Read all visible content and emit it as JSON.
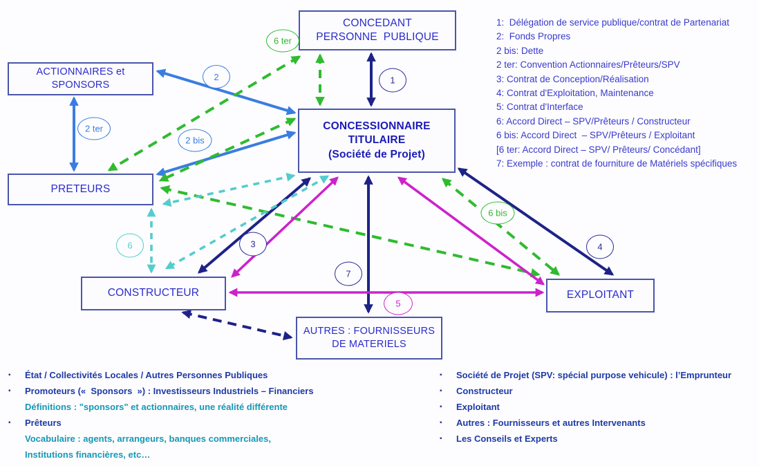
{
  "boxes": {
    "concedant": {
      "lines": [
        "CONCEDANT",
        "PERSONNE  PUBLIQUE"
      ]
    },
    "actionnaires": {
      "lines": [
        "ACTIONNAIRES et",
        "SPONSORS"
      ]
    },
    "preteurs": {
      "lines": [
        "PRETEURS"
      ]
    },
    "spv": {
      "lines": [
        "CONCESSIONNAIRE",
        "TITULAIRE",
        "(Société de Projet)"
      ]
    },
    "constructeur": {
      "lines": [
        "CONSTRUCTEUR"
      ]
    },
    "exploitant": {
      "lines": [
        "EXPLOITANT"
      ]
    },
    "autres": {
      "lines": [
        "AUTRES : FOURNISSEURS",
        "DE MATERIELS"
      ]
    }
  },
  "circles": {
    "c1": "1",
    "c2": "2",
    "c2bis": "2 bis",
    "c2ter": "2 ter",
    "c3": "3",
    "c4": "4",
    "c5": "5",
    "c6": "6",
    "c6bis": "6 bis",
    "c6ter": "6 ter",
    "c7": "7"
  },
  "legend": {
    "items": [
      "1:  Délégation de service publique/contrat de Partenariat",
      "2:  Fonds Propres",
      "2 bis: Dette",
      "2 ter: Convention Actionnaires/Prêteurs/SPV",
      "3: Contrat de Conception/Réalisation",
      "4: Contrat d'Exploitation, Maintenance",
      "5: Contrat d'Interface",
      "6: Accord Direct – SPV/Prêteurs / Constructeur",
      "6 bis: Accord Direct  – SPV/Prêteurs / Exploitant",
      "[6 ter: Accord Direct – SPV/ Prêteurs/ Concédant]",
      "7: Exemple : contrat de fourniture de Matériels spécifiques"
    ]
  },
  "notes_left": {
    "items": [
      "État / Collectivités Locales / Autres Personnes Publiques",
      "Promoteurs («  Sponsors  ») : Investisseurs Industriels – Financiers",
      "Définitions : \"sponsors\" et actionnaires, une réalité différente",
      "Prêteurs",
      "Vocabulaire : agents, arrangeurs, banques commerciales,",
      "Institutions financières, etc…"
    ]
  },
  "notes_right": {
    "items": [
      "Société de Projet (SPV: spécial purpose vehicule) : l’Emprunteur",
      "Constructeur",
      "Exploitant",
      "Autres : Fournisseurs et autres Intervenants",
      "Les Conseils et Experts"
    ]
  },
  "colors": {
    "navy_arrow": "#1e2288",
    "blue_arrow": "#3a7de0",
    "green_arrow": "#2fbb2f",
    "teal_arrow": "#55cccc",
    "magenta_arrow": "#cc22cc",
    "box_border": "#4a55aa",
    "box_text": "#2b2bcb",
    "legend_text": "#3939cc",
    "note_blue": "#1f3aa6",
    "note_teal": "#1697b5"
  }
}
